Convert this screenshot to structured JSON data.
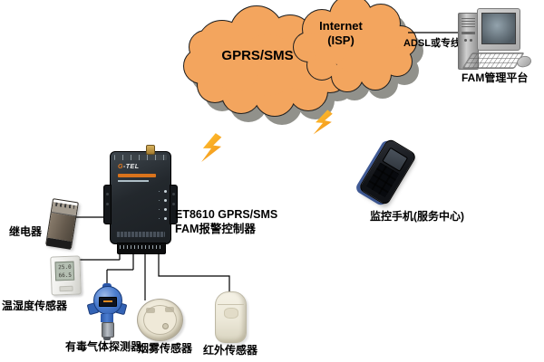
{
  "clouds": {
    "gprs_label": "GPRS/SMS",
    "internet_label_1": "Internet",
    "internet_label_2": "(ISP)"
  },
  "link": {
    "adsl_label": "ADSL或专线"
  },
  "pc": {
    "label": "FAM管理平台"
  },
  "controller": {
    "brand": "G-TEL",
    "label_1": "ET8610 GPRS/SMS",
    "label_2": "FAM报警控制器"
  },
  "phone": {
    "label": "监控手机(服务中心)"
  },
  "sensors": {
    "relay": {
      "label": "继电器"
    },
    "temp_humidity": {
      "label": "温湿度传感器",
      "lcd_top": "25.0",
      "lcd_bottom": "66.5"
    },
    "toxic_gas": {
      "label": "有毒气体探测器"
    },
    "smoke": {
      "label": "烟雾传感器"
    },
    "infrared": {
      "label": "红外传感器"
    }
  },
  "colors": {
    "cloud_fill": "#f3a55e",
    "cloud_shadow": "#91918b",
    "bolt": "#f9a01b",
    "wire": "#000000"
  }
}
